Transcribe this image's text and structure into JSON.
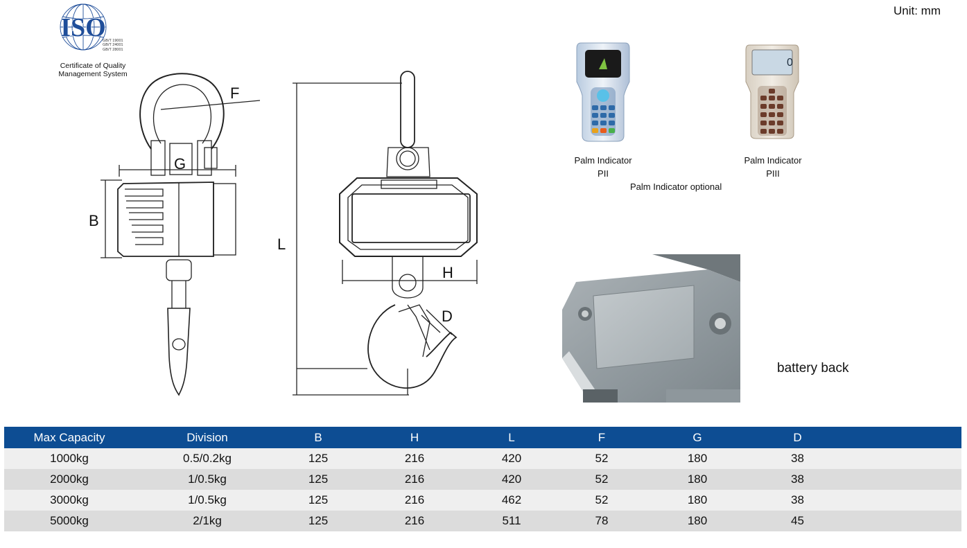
{
  "unit_label": "Unit: mm",
  "iso": {
    "logo_text": "ISO",
    "standards": [
      "GB/T 19001",
      "GB/T 24001",
      "GB/T 28001"
    ],
    "certificate_line1": "Certificate of Quality",
    "certificate_line2": "Management System"
  },
  "dimensions": {
    "F": "F",
    "G": "G",
    "B": "B",
    "L": "L",
    "H": "H",
    "D": "D"
  },
  "palm": {
    "p2_label": "Palm Indicator",
    "p2_sub": "PII",
    "p3_label": "Palm Indicator",
    "p3_sub": "PIII",
    "optional": "Palm Indicator optional",
    "p3_screen_digit": "0"
  },
  "battery_label": "battery back",
  "table": {
    "headers": [
      "Max Capacity",
      "Division",
      "B",
      "H",
      "L",
      "F",
      "G",
      "D",
      ""
    ],
    "rows": [
      [
        "1000kg",
        "0.5/0.2kg",
        "125",
        "216",
        "420",
        "52",
        "180",
        "38",
        ""
      ],
      [
        "2000kg",
        "1/0.5kg",
        "125",
        "216",
        "420",
        "52",
        "180",
        "38",
        ""
      ],
      [
        "3000kg",
        "1/0.5kg",
        "125",
        "216",
        "462",
        "52",
        "180",
        "38",
        ""
      ],
      [
        "5000kg",
        "2/1kg",
        "125",
        "216",
        "511",
        "78",
        "180",
        "45",
        ""
      ]
    ]
  },
  "colors": {
    "header_bg": "#0d4d93",
    "row_light": "#efefef",
    "row_dark": "#dcdcdc",
    "iso_blue": "#1f4e9a"
  }
}
